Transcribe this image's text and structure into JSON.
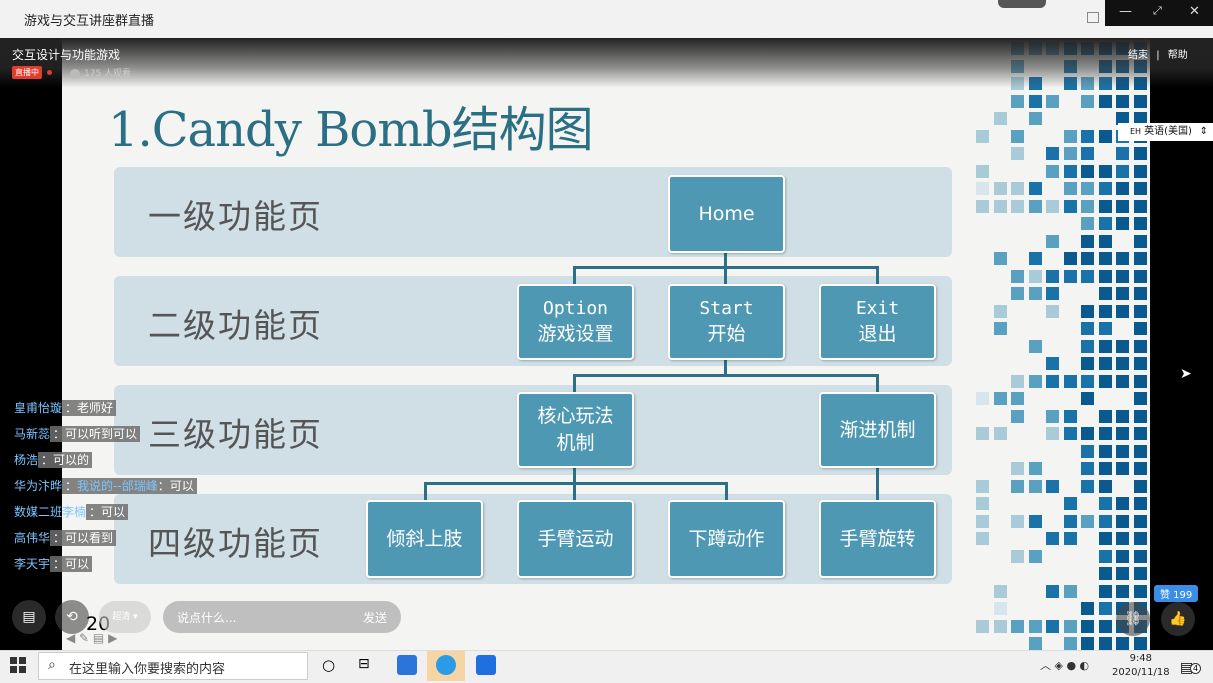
{
  "window": {
    "title": "游戏与交互讲座群直播",
    "minimize": "—",
    "maximize": "⤢",
    "close": "✕"
  },
  "live": {
    "title": "交互设计与功能游戏",
    "badge": "直播中",
    "viewers": "175 人观看",
    "end_label": "结束",
    "separator": "|",
    "help_label": "帮助"
  },
  "caption_lang": {
    "label": "英语(美国)",
    "prefix": "EH"
  },
  "slide": {
    "title": "1.Candy Bomb结构图",
    "levels": [
      "一级功能页",
      "二级功能页",
      "三级功能页",
      "四级功能页"
    ],
    "nodes": {
      "home": "Home",
      "option_en": "Option",
      "option_zh": "游戏设置",
      "start_en": "Start",
      "start_zh": "开始",
      "exit_en": "Exit",
      "exit_zh": "退出",
      "core_1": "核心玩法",
      "core_2": "机制",
      "progressive": "渐进机制",
      "tilt": "倾斜上肢",
      "arm_move": "手臂运动",
      "squat": "下蹲动作",
      "arm_rotate": "手臂旋转"
    },
    "colors": {
      "node": "#4e98b3",
      "band": "#cfdfe5",
      "title": "#2a6f84",
      "line": "#2d6f86"
    }
  },
  "chat": [
    {
      "user": "皇甫怡璇",
      "msg": "老师好"
    },
    {
      "user": "马新蕊",
      "msg": "可以听到可以"
    },
    {
      "user": "杨浩",
      "msg": "可以的"
    },
    {
      "user": "华为汴晔",
      "msg_pre": "我说的",
      "msg_hl": "--邰瑞峰",
      "msg_post": "：可以"
    },
    {
      "user": "数媒二班李楠",
      "msg": "可以"
    },
    {
      "user": "高伟华",
      "msg": "可以看到"
    },
    {
      "user": "李天宇",
      "msg": "可以"
    }
  ],
  "controls": {
    "hd_label": "超清",
    "comment_placeholder": "说点什么...",
    "send_label": "发送",
    "pen_number": "20",
    "like_count": "赞 199"
  },
  "taskbar": {
    "search_placeholder": "在这里输入你要搜索的内容",
    "time": "9:48",
    "date": "2020/11/18",
    "notif_count": "4"
  }
}
